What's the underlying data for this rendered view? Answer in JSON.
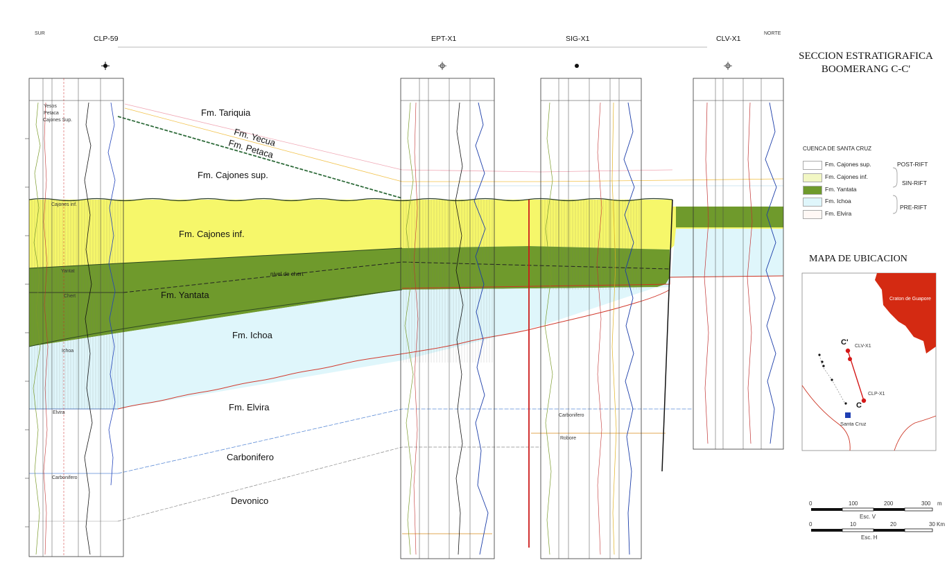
{
  "section": {
    "title_line1": "SECCION ESTRATIGRAFICA",
    "title_line2": "BOOMERANG C-C'",
    "south_label": "SUR",
    "north_label": "NORTE"
  },
  "wells": [
    {
      "id": "CLP-59",
      "label": "CLP-59"
    },
    {
      "id": "EPT-X1",
      "label": "EPT-X1"
    },
    {
      "id": "SIG-X1",
      "label": "SIG-X1"
    },
    {
      "id": "CLV-X1",
      "label": "CLV-X1"
    }
  ],
  "formations": {
    "tariquia": "Fm. Tariquia",
    "yecua": "Fm. Yecua",
    "petaca": "Fm. Petaca",
    "cajones_sup": "Fm. Cajones sup.",
    "cajones_inf": "Fm. Cajones inf.",
    "yantata": "Fm. Yantata",
    "ichoa": "Fm. Ichoa",
    "elvira": "Fm. Elvira",
    "carbonifero": "Carbonifero",
    "devonico": "Devonico",
    "nivel_chert": "nivel de chert"
  },
  "well_markers": {
    "yesos": "Yesos",
    "petaca": "Petaca",
    "cajones_sup": "Cajones Sup.",
    "cajones_inf": "Cajones inf.",
    "yantata": "Yantat",
    "chert": "Chert",
    "ichoa": "Ichoa",
    "carbonifero": "Carbonifero",
    "robore": "Robore",
    "elvira": "Elvira"
  },
  "legend": {
    "title": "CUENCA DE SANTA  CRUZ",
    "items": [
      {
        "label": "Fm. Cajones sup.",
        "color": "#ffffff"
      },
      {
        "label": "Fm. Cajones inf.",
        "color": "#f2f7c4"
      },
      {
        "label": "Fm. Yantata",
        "color": "#6f9a2c"
      },
      {
        "label": "Fm. Ichoa",
        "color": "#dff6fb"
      },
      {
        "label": "Fm. Elvira",
        "color": "#fff8f5"
      }
    ],
    "groups": [
      "POST-RIFT",
      "SIN-RIFT",
      "PRE-RIFT"
    ]
  },
  "location_map": {
    "title": "MAPA DE UBICACION",
    "craton_label": "Craton de Guapore",
    "point_c_prime": "C'",
    "point_c": "C",
    "well_clv": "CLV-X1",
    "well_clp": "CLP-X1",
    "city": "Santa Cruz"
  },
  "scales": {
    "vertical": {
      "ticks": [
        "0",
        "100",
        "200",
        "300"
      ],
      "unit": "m",
      "label": "Esc. V"
    },
    "horizontal": {
      "ticks": [
        "0",
        "10",
        "20",
        "30"
      ],
      "unit": "Km",
      "label": "Esc. H"
    }
  },
  "colors": {
    "cajones_inf": "#f6f76a",
    "yantata": "#6f9a2c",
    "ichoa": "#dff6fb",
    "craton": "#d42a12",
    "route": "#d41818",
    "city": "#1f3fb3"
  }
}
